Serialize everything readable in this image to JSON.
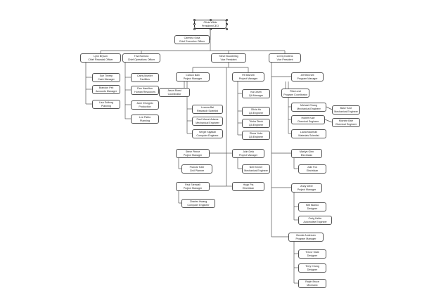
{
  "nodes": [
    {
      "id": "ceo",
      "name": "Olivia Wilde",
      "title": "President/CEO"
    },
    {
      "id": "asst",
      "name": "Carmina Sosa",
      "title": "Chief Executive Officer"
    },
    {
      "id": "cfo",
      "name": "Lynn Bryson",
      "title": "Chief Financial Officer"
    },
    {
      "id": "coo",
      "name": "Tina Nomura",
      "title": "Chief Operations Officer"
    },
    {
      "id": "vp1",
      "name": "Steve Bouldering",
      "title": "Vice President"
    },
    {
      "id": "vp2",
      "name": "Lenny Dollens",
      "title": "Vice President"
    },
    {
      "id": "sue",
      "name": "Sue Threep",
      "title": "Cash Manager"
    },
    {
      "id": "brandon",
      "name": "Brandon Pell",
      "title": "Accounts Manager"
    },
    {
      "id": "lisa",
      "name": "Lisa Solberg",
      "title": "Planning"
    },
    {
      "id": "cathy",
      "name": "Cathy Mueller",
      "title": "Facilities"
    },
    {
      "id": "dan",
      "name": "Dan Hamilton",
      "title": "Human Resources"
    },
    {
      "id": "jane",
      "name": "Jane D'Angelo",
      "title": "Production"
    },
    {
      "id": "lee",
      "name": "Lee Pablo",
      "title": "Planning"
    },
    {
      "id": "carson",
      "name": "Carson Bain",
      "title": "Project Manager"
    },
    {
      "id": "jason",
      "name": "Jason Rossi",
      "title": "Coordinator"
    },
    {
      "id": "leanna",
      "name": "Leanna Bai",
      "title": "Research Scientist"
    },
    {
      "id": "paul_m",
      "name": "Paul Marcel Adams",
      "title": "Mechanical Engineer"
    },
    {
      "id": "sergei",
      "name": "Sergei Sigalian",
      "title": "Computer Engineer"
    },
    {
      "id": "steve_p",
      "name": "Steve Pierce",
      "title": "Project Manager"
    },
    {
      "id": "francis",
      "name": "Francis Tutte",
      "title": "Civil Planner"
    },
    {
      "id": "paul_s",
      "name": "Paul Stenwall",
      "title": "Project Manager"
    },
    {
      "id": "charles",
      "name": "Charles Hwang",
      "title": "Computer Engineer"
    },
    {
      "id": "fifi",
      "name": "Fifi Barnett",
      "title": "Project Manager"
    },
    {
      "id": "kai",
      "name": "Kai Olsen",
      "title": "QA Manager"
    },
    {
      "id": "olivia_h",
      "name": "Olivia Ho",
      "title": "QA Engineer"
    },
    {
      "id": "trisha",
      "name": "Trisha Dieck",
      "title": "QA Engineer"
    },
    {
      "id": "elena",
      "name": "Elena Yuda",
      "title": "QA Engineer"
    },
    {
      "id": "jolin",
      "name": "Jolin Dela",
      "title": "Project Manager"
    },
    {
      "id": "neil",
      "name": "Neil Emmer",
      "title": "Mechanical Engineer"
    },
    {
      "id": "hugo",
      "name": "Hugo Pia",
      "title": "Electrician"
    },
    {
      "id": "jeff",
      "name": "Jeff Bennett",
      "title": "Program Manager"
    },
    {
      "id": "rita",
      "name": "Rita Lund",
      "title": "Program Coordinator"
    },
    {
      "id": "michael",
      "name": "Michael Chang",
      "title": "Mechanical Engineer"
    },
    {
      "id": "basil",
      "name": "Basil Tune",
      "title": "Mechanical Engineer"
    },
    {
      "id": "hubert",
      "name": "Hubert Kale",
      "title": "Chemical Engineer"
    },
    {
      "id": "michele",
      "name": "Michele Barr",
      "title": "Chemical Engineer"
    },
    {
      "id": "laura",
      "name": "Laura Kaufman",
      "title": "Materials Scientist"
    },
    {
      "id": "marilyn",
      "name": "Marilyn Glen",
      "title": "Electrician"
    },
    {
      "id": "julie",
      "name": "Julie Fox",
      "title": "Electrician"
    },
    {
      "id": "andy",
      "name": "Andy Weer",
      "title": "Project Manager"
    },
    {
      "id": "neil_b",
      "name": "Neil Blanko",
      "title": "Designer"
    },
    {
      "id": "craig",
      "name": "Craig Heller",
      "title": "Automotive Engineer"
    },
    {
      "id": "bonnie",
      "name": "Bonnie Andersen",
      "title": "Program Manager"
    },
    {
      "id": "trevor",
      "name": "Trevor Slate",
      "title": "Designer"
    },
    {
      "id": "terry",
      "name": "Terry Chung",
      "title": "Designer"
    },
    {
      "id": "ralph",
      "name": "Ralph Bruce",
      "title": "Mechanic"
    }
  ]
}
